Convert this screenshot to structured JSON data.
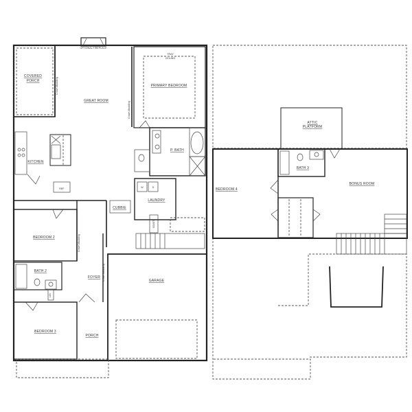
{
  "plans": [
    {
      "name": "first-floor",
      "rooms": [
        {
          "id": "covered-porch",
          "label_lines": [
            "COVERED",
            "PORCH"
          ]
        },
        {
          "id": "great-room",
          "label_lines": [
            "GREAT ROOM"
          ]
        },
        {
          "id": "primary-bedroom",
          "label_lines": [
            "PRIMARY BEDROOM"
          ]
        },
        {
          "id": "kitchen",
          "label_lines": [
            "KITCHEN"
          ]
        },
        {
          "id": "p-bath",
          "label_lines": [
            "P. BATH"
          ]
        },
        {
          "id": "laundry",
          "label_lines": [
            "LAUNDRY"
          ]
        },
        {
          "id": "cubbie",
          "label_lines": [
            "CUBBIE"
          ]
        },
        {
          "id": "bedroom-2",
          "label_lines": [
            "BEDROOM 2"
          ]
        },
        {
          "id": "bath-2",
          "label_lines": [
            "BATH 2"
          ]
        },
        {
          "id": "foyer",
          "label_lines": [
            "FOYER"
          ]
        },
        {
          "id": "garage",
          "label_lines": [
            "GARAGE"
          ]
        },
        {
          "id": "bedroom-3",
          "label_lines": [
            "BEDROOM 3"
          ]
        },
        {
          "id": "porch",
          "label_lines": [
            "PORCH"
          ]
        }
      ],
      "annotations": {
        "fireplace": "OPTIONAL FIREPLACE",
        "tray_ceiling": [
          "TRAY",
          "CEILING"
        ],
        "ref": "REF",
        "coats": "COATS",
        "lin": "LIN",
        "crown_molding": "Crown Moulding",
        "washer": "W",
        "dryer": "D"
      }
    },
    {
      "name": "second-floor",
      "rooms": [
        {
          "id": "attic-platform",
          "label_lines": [
            "ATTIC",
            "PLATFORM"
          ]
        },
        {
          "id": "bath-3",
          "label_lines": [
            "BATH 3"
          ]
        },
        {
          "id": "bedroom-4",
          "label_lines": [
            "BEDROOM 4"
          ]
        },
        {
          "id": "bonus-room",
          "label_lines": [
            "BONUS ROOM"
          ]
        }
      ]
    }
  ],
  "colors": {
    "wall": "#222222",
    "line": "#444444",
    "background": "#ffffff"
  }
}
